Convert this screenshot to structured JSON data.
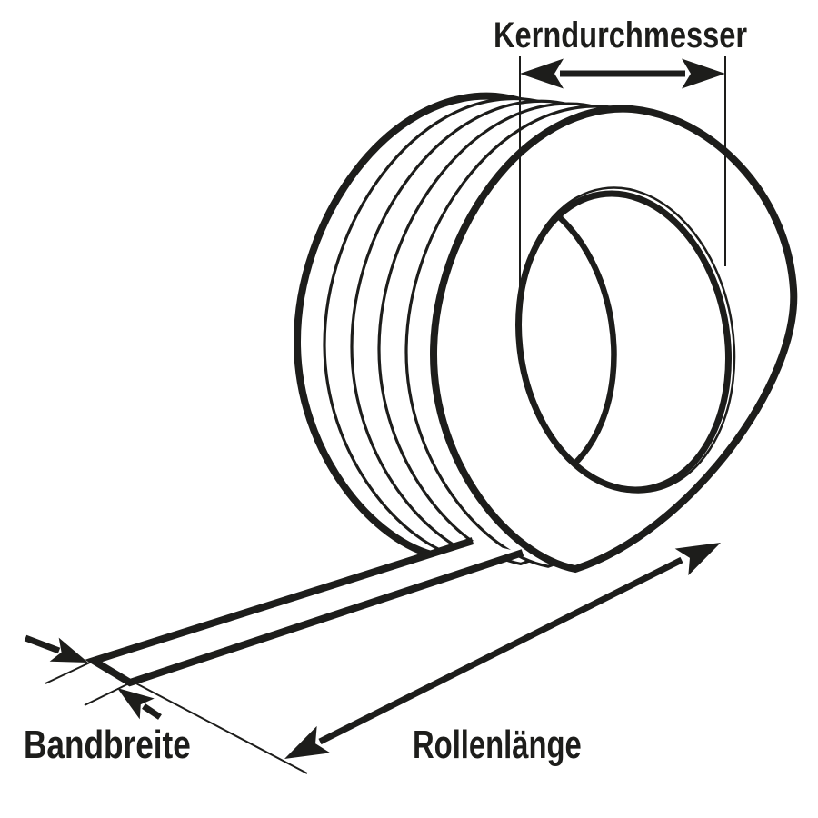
{
  "diagram": {
    "description": "tape-roll-dimension-diagram",
    "labels": {
      "core_diameter": "Kerndurchmesser",
      "tape_width": "Bandbreite",
      "roll_length": "Rollenlänge"
    },
    "colors": {
      "ink": "#1d1d1b",
      "background": "#ffffff"
    }
  }
}
